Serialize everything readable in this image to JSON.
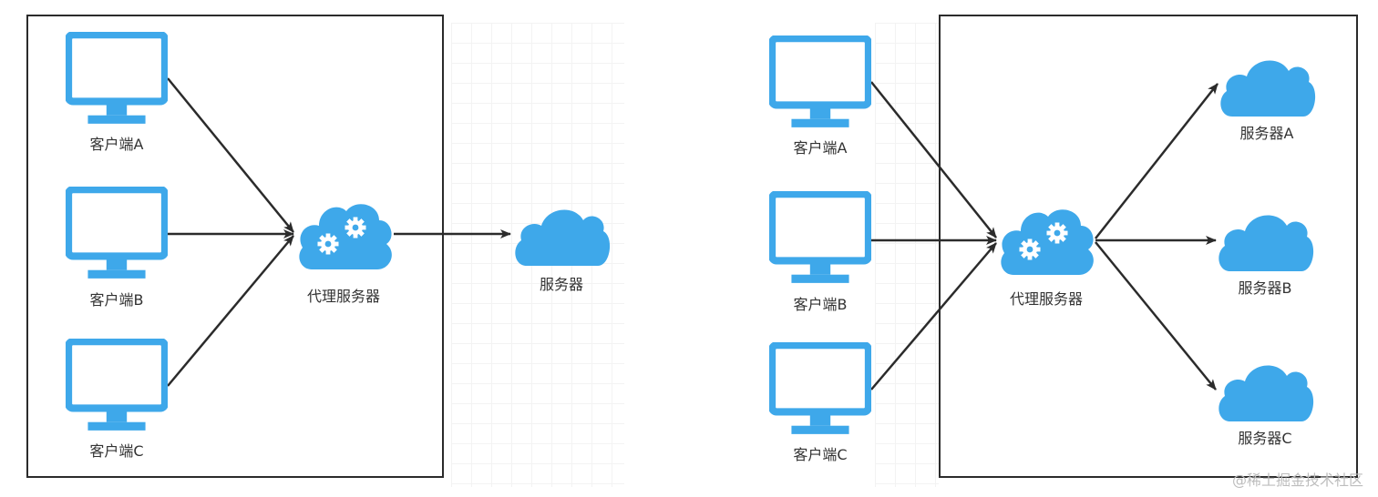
{
  "colors": {
    "icon_blue": "#3ea8ea",
    "arrow": "#2b2b2b",
    "box_border": "#2b2b2b",
    "label": "#333333",
    "watermark": "#bdbdbd"
  },
  "left_diagram": {
    "clients": [
      {
        "label": "客户端A",
        "icon": "monitor-icon"
      },
      {
        "label": "客户端B",
        "icon": "monitor-icon"
      },
      {
        "label": "客户端C",
        "icon": "monitor-icon"
      }
    ],
    "proxy": {
      "label": "代理服务器",
      "icon": "cloud-gears-icon"
    },
    "server": {
      "label": "服务器",
      "icon": "cloud-icon"
    }
  },
  "right_diagram": {
    "clients": [
      {
        "label": "客户端A",
        "icon": "monitor-icon"
      },
      {
        "label": "客户端B",
        "icon": "monitor-icon"
      },
      {
        "label": "客户端C",
        "icon": "monitor-icon"
      }
    ],
    "proxy": {
      "label": "代理服务器",
      "icon": "cloud-gears-icon"
    },
    "servers": [
      {
        "label": "服务器A",
        "icon": "cloud-icon"
      },
      {
        "label": "服务器B",
        "icon": "cloud-icon"
      },
      {
        "label": "服务器C",
        "icon": "cloud-icon"
      }
    ]
  },
  "watermark": "@稀土掘金技术社区"
}
